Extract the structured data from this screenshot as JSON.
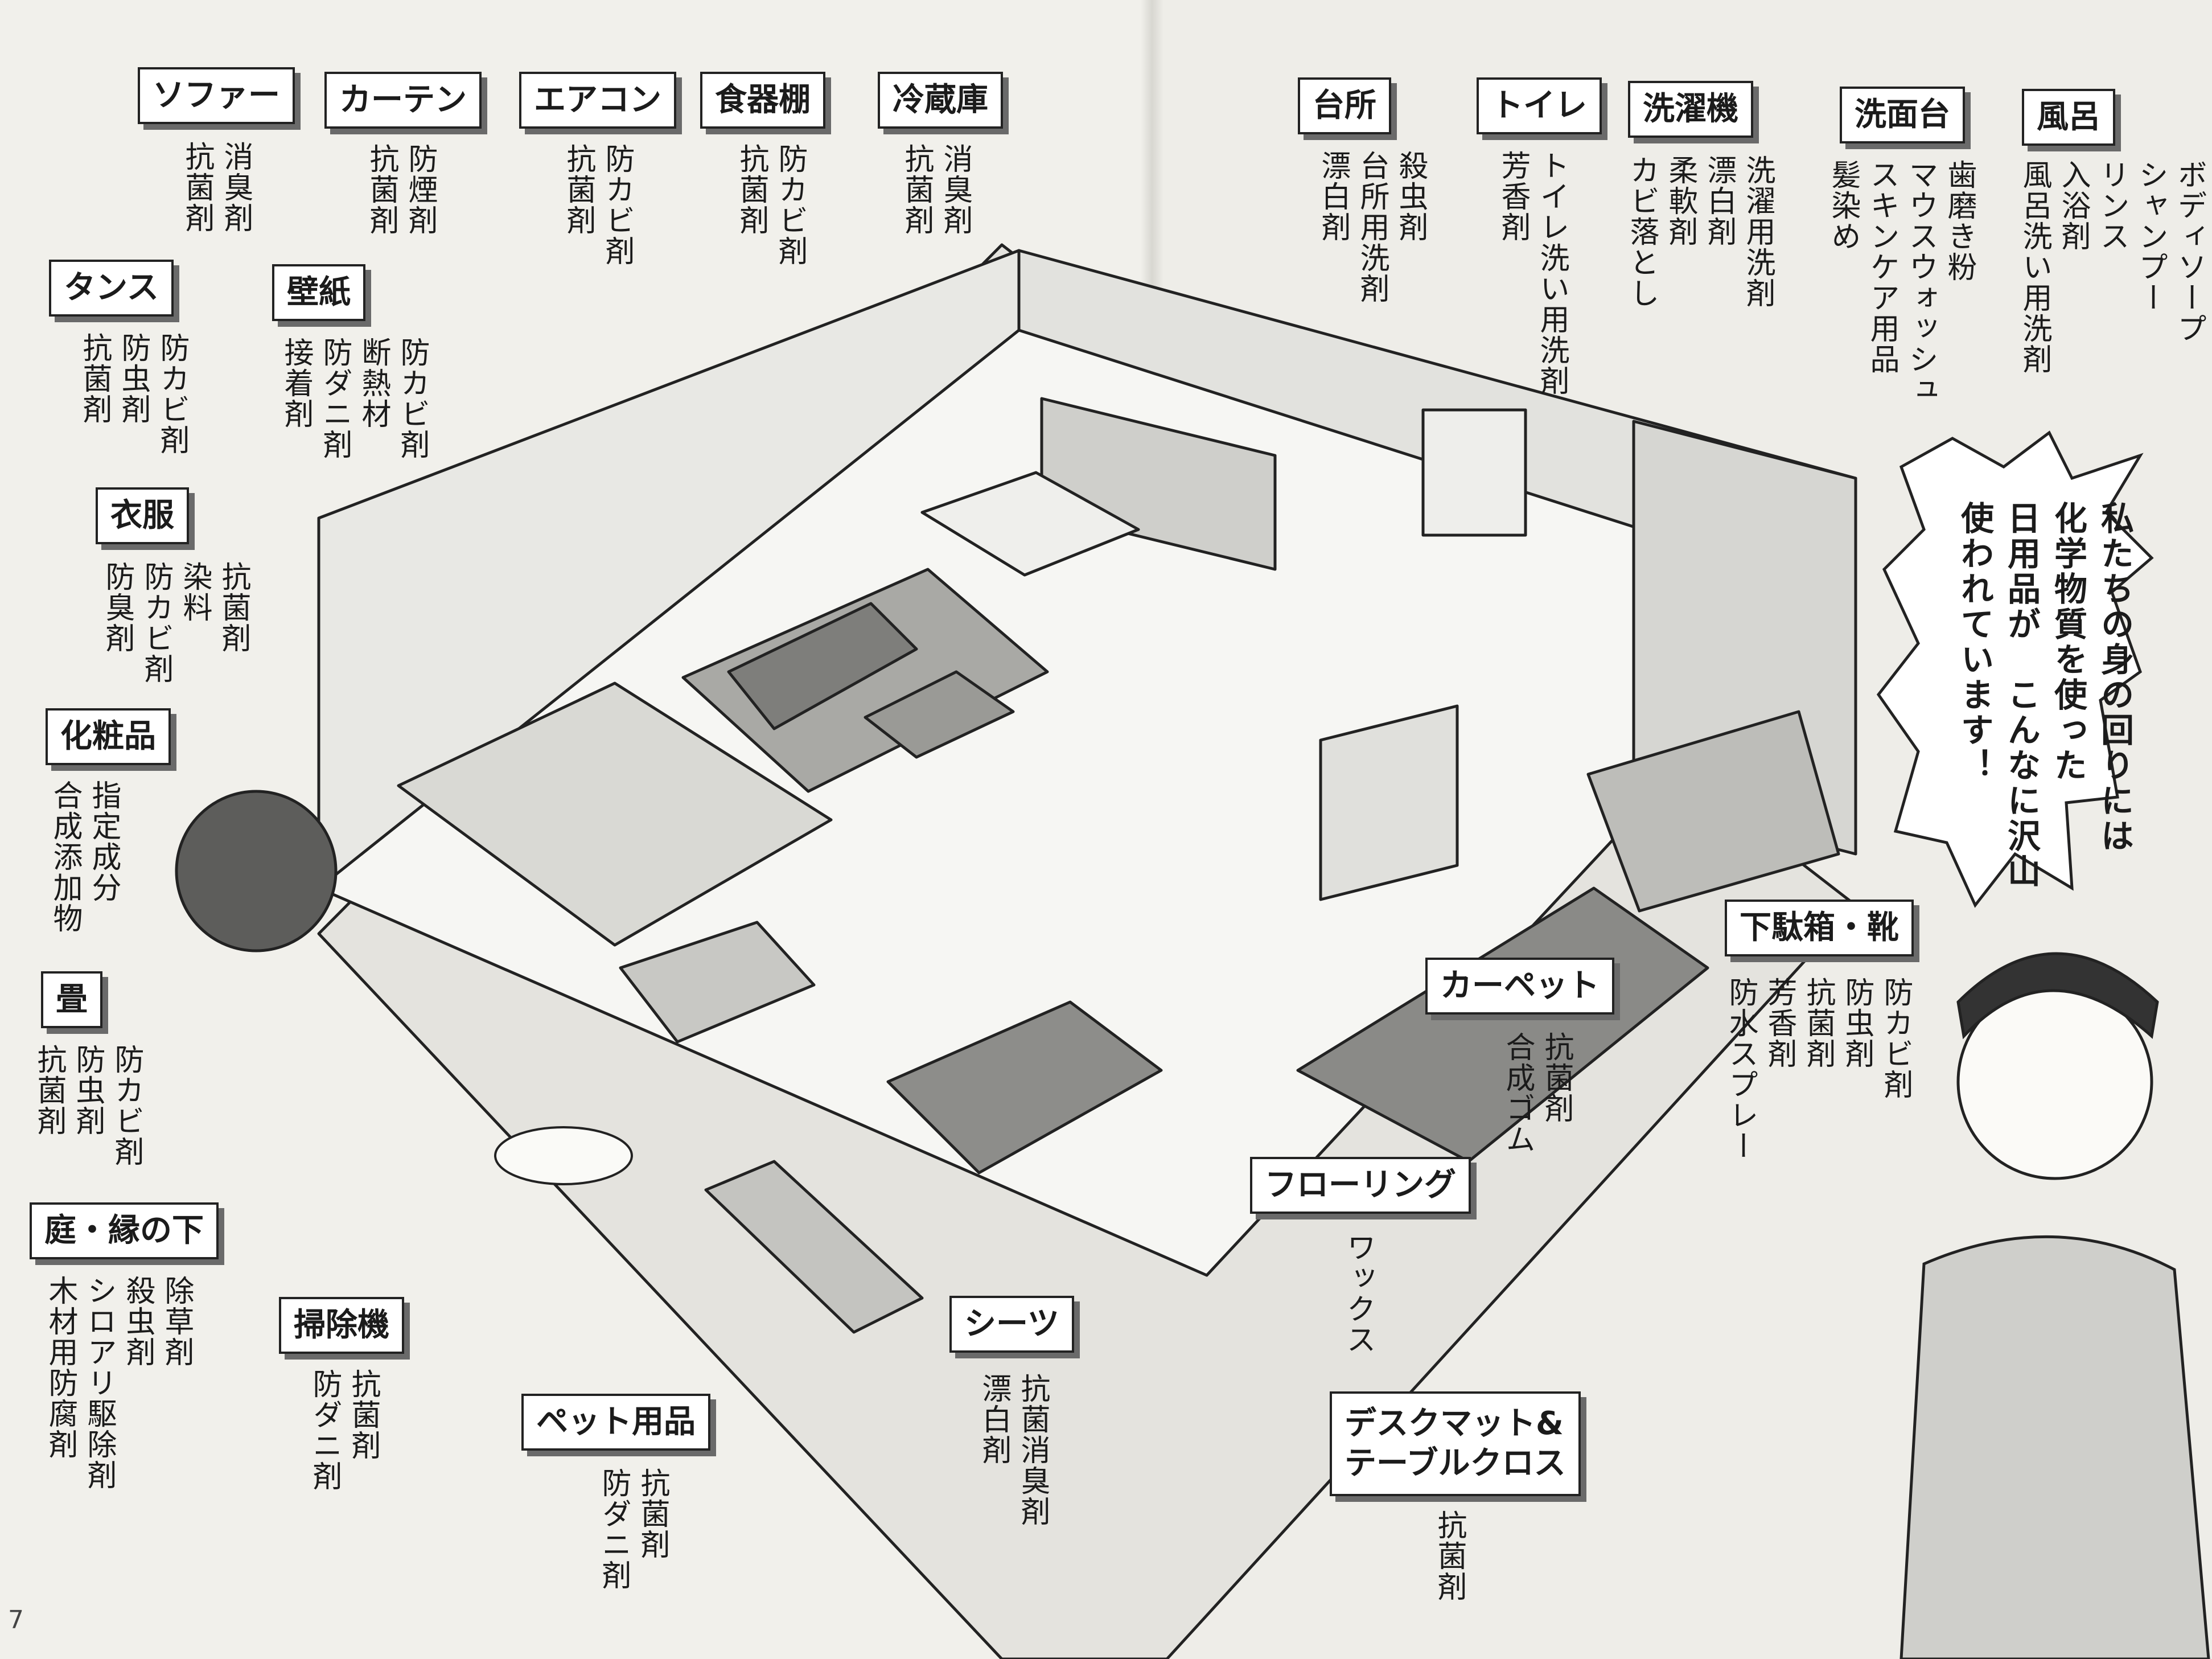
{
  "page_number": "7",
  "speech": {
    "lines": [
      "私たちの身の回りには",
      "化学物質を使った",
      "日用品が　こんなに沢山",
      "使われています！"
    ]
  },
  "categories": [
    {
      "key": "sofa",
      "label": "ソファー",
      "items": [
        "消臭剤",
        "抗菌剤"
      ]
    },
    {
      "key": "curtain",
      "label": "カーテン",
      "items": [
        "防煙剤",
        "抗菌剤"
      ]
    },
    {
      "key": "aircon",
      "label": "エアコン",
      "items": [
        "防カビ剤",
        "抗菌剤"
      ]
    },
    {
      "key": "cupboard",
      "label": "食器棚",
      "items": [
        "防カビ剤",
        "抗菌剤"
      ]
    },
    {
      "key": "fridge",
      "label": "冷蔵庫",
      "items": [
        "消臭剤",
        "抗菌剤"
      ]
    },
    {
      "key": "tansu",
      "label": "タンス",
      "items": [
        "防カビ剤",
        "防虫剤",
        "抗菌剤"
      ]
    },
    {
      "key": "wallpaper",
      "label": "壁紙",
      "items": [
        "防カビ剤",
        "断熱材",
        "防ダニ剤",
        "接着剤"
      ]
    },
    {
      "key": "clothes",
      "label": "衣服",
      "items": [
        "抗菌剤",
        "染料",
        "防カビ剤",
        "防臭剤"
      ]
    },
    {
      "key": "cosmetics",
      "label": "化粧品",
      "items": [
        "指定成分",
        "合成添加物"
      ]
    },
    {
      "key": "tatami",
      "label": "畳",
      "items": [
        "防カビ剤",
        "防虫剤",
        "抗菌剤"
      ]
    },
    {
      "key": "garden",
      "label": "庭・縁の下",
      "items": [
        "除草剤",
        "殺虫剤",
        "シロアリ駆除剤",
        "木材用防腐剤"
      ]
    },
    {
      "key": "vacuum",
      "label": "掃除機",
      "items": [
        "抗菌剤",
        "防ダニ剤"
      ]
    },
    {
      "key": "pet",
      "label": "ペット用品",
      "items": [
        "抗菌剤",
        "防ダニ剤"
      ]
    },
    {
      "key": "sheets",
      "label": "シーツ",
      "items": [
        "抗菌消臭剤",
        "漂白剤"
      ]
    },
    {
      "key": "kitchen",
      "label": "台所",
      "items": [
        "殺虫剤",
        "台所用洗剤",
        "漂白剤"
      ]
    },
    {
      "key": "toilet",
      "label": "トイレ",
      "items": [
        "トイレ洗い用洗剤",
        "芳香剤"
      ]
    },
    {
      "key": "washer",
      "label": "洗濯機",
      "items": [
        "洗濯用洗剤",
        "漂白剤",
        "柔軟剤",
        "カビ落とし"
      ]
    },
    {
      "key": "sink",
      "label": "洗面台",
      "items": [
        "歯磨き粉",
        "マウスウォッシュ",
        "スキンケア用品",
        "髪染め"
      ]
    },
    {
      "key": "bath",
      "label": "風呂",
      "items": [
        "ボディソープ",
        "シャンプー",
        "リンス",
        "入浴剤",
        "風呂洗い用洗剤"
      ]
    },
    {
      "key": "shoebox",
      "label": "下駄箱・靴",
      "items": [
        "防カビ剤",
        "防虫剤",
        "抗菌剤",
        "芳香剤",
        "防水スプレー"
      ]
    },
    {
      "key": "carpet",
      "label": "カーペット",
      "items": [
        "抗菌剤",
        "合成ゴム"
      ]
    },
    {
      "key": "flooring",
      "label": "フローリング",
      "items": [
        "ワックス"
      ]
    },
    {
      "key": "deskmat",
      "label": "デスクマット&\nテーブルクロス",
      "items": [
        "抗菌剤"
      ]
    }
  ]
}
